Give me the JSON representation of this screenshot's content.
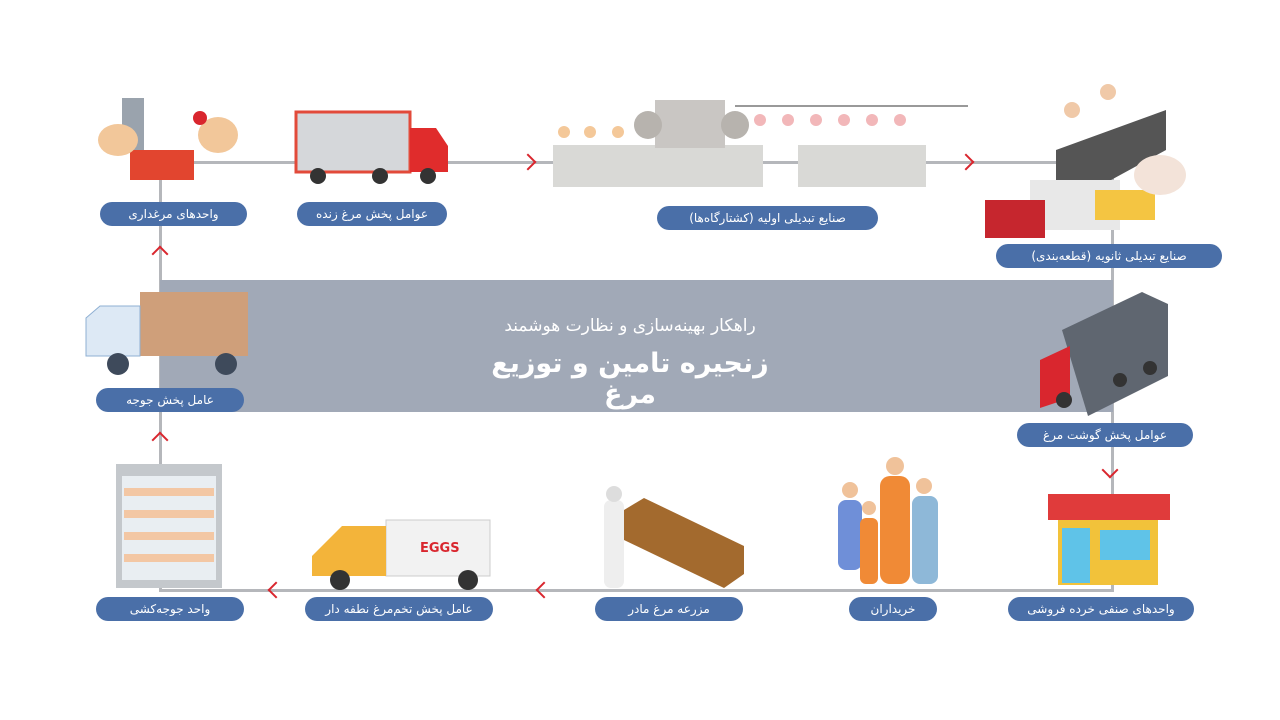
{
  "center": {
    "subtitle": "راهکار بهینه‌سازی و نظارت هوشمند",
    "title": "زنجیره تامین و توزیع مرغ"
  },
  "nodes": [
    {
      "id": "poultry-farms",
      "label": "واحدهای مرغداری"
    },
    {
      "id": "live-chicken-distributors",
      "label": "عوامل پخش مرغ زنده"
    },
    {
      "id": "primary-processing",
      "label": "صنایع تبدیلی اولیه (کشتارگاه‌ها)"
    },
    {
      "id": "secondary-processing",
      "label": "صنایع تبدیلی ثانویه (قطعه‌بندی)"
    },
    {
      "id": "chicken-meat-distributors",
      "label": "عوامل پخش گوشت مرغ"
    },
    {
      "id": "retail-units",
      "label": "واحدهای صنفی خرده فروشی"
    },
    {
      "id": "buyers",
      "label": "خریداران"
    },
    {
      "id": "breeder-farm",
      "label": "مزرعه مرغ مادر"
    },
    {
      "id": "hatching-egg-distributor",
      "label": "عامل پخش تخم‌مرغ نطفه دار"
    },
    {
      "id": "hatchery",
      "label": "واحد جوجه‌کشی"
    },
    {
      "id": "chick-distributor",
      "label": "عامل پخش جوجه"
    }
  ],
  "truck_text": "EGGS",
  "colors": {
    "pill": "#4a6fa8",
    "band": "#a1a9b7",
    "arrow": "#d9262e",
    "line": "#b5b7bb"
  }
}
